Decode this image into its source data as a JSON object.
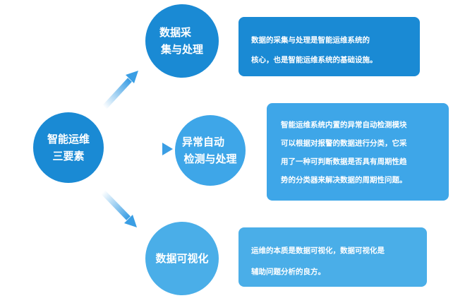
{
  "diagram": {
    "center_node": {
      "lines": [
        "智能运维",
        "三要素"
      ],
      "color": "#1a8ad4"
    },
    "nodes": [
      {
        "lines": [
          "数据采",
          "集与处理"
        ],
        "color": "#1a8ad4",
        "description": [
          "数据的采集与处理是智能运维系统的",
          "核心，也是智能运维系统的基础设施。"
        ]
      },
      {
        "lines": [
          "异常自动",
          "检测与处理"
        ],
        "color": "#3ea6e8",
        "description": [
          "智能运维系统内置的异常自动检测模块",
          "可以根据对报警的数据进行分类，它采",
          "用了一种可判断数据是否具有周期性趋",
          "势的分类器来解决数据的周期性问题。"
        ]
      },
      {
        "lines": [
          "数据可视化"
        ],
        "color": "#4aaee8",
        "description": [
          "运维的本质是数据可视化，数据可视化是",
          "辅助问题分析的良方。"
        ]
      }
    ],
    "arrow_color": "#3a9ee4"
  }
}
